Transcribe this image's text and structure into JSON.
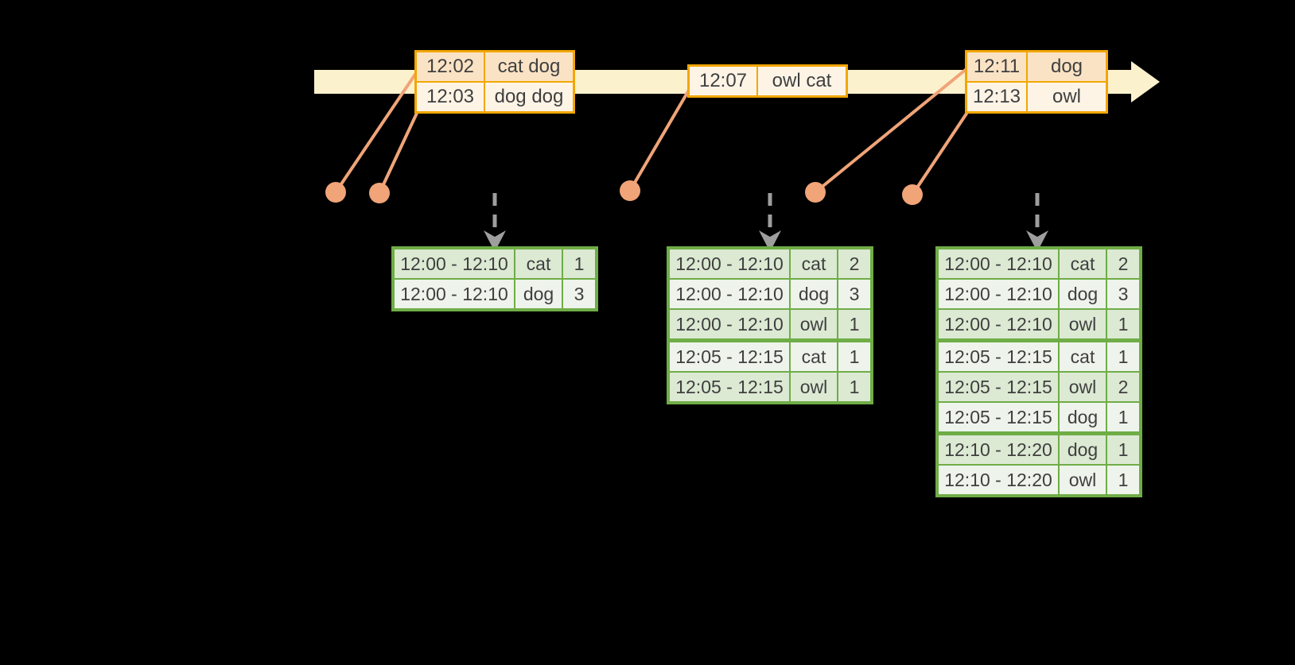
{
  "colors": {
    "timeline_fill": "#FCF1CD",
    "event_border": "#F2A602",
    "event_row_peach": "#FAE3C5",
    "event_row_cream": "#FDF4E6",
    "connector": "#F0A478",
    "dashed_arrow": "#9E9E9E",
    "result_border": "#6FAD47",
    "result_row_dark": "#DCE9D3",
    "result_row_light": "#EEF3EB",
    "text": "#3F3F3F"
  },
  "icons": {
    "timeline_arrow": "right-block-arrow",
    "trigger_arrow": "dashed-down-arrow",
    "event_dot": "filled-circle"
  },
  "timeline": {
    "event_groups": [
      {
        "rows": [
          {
            "time": "12:02",
            "words": "cat dog"
          },
          {
            "time": "12:03",
            "words": "dog dog"
          }
        ]
      },
      {
        "rows": [
          {
            "time": "12:07",
            "words": "owl cat"
          }
        ]
      },
      {
        "rows": [
          {
            "time": "12:11",
            "words": "dog"
          },
          {
            "time": "12:13",
            "words": "owl"
          }
        ]
      }
    ]
  },
  "result_tables": [
    {
      "rows": [
        {
          "window": "12:00 - 12:10",
          "word": "cat",
          "count": "1"
        },
        {
          "window": "12:00 - 12:10",
          "word": "dog",
          "count": "3"
        }
      ]
    },
    {
      "rows": [
        {
          "window": "12:00 - 12:10",
          "word": "cat",
          "count": "2"
        },
        {
          "window": "12:00 - 12:10",
          "word": "dog",
          "count": "3"
        },
        {
          "window": "12:00 - 12:10",
          "word": "owl",
          "count": "1"
        },
        {
          "window": "12:05 - 12:15",
          "word": "cat",
          "count": "1"
        },
        {
          "window": "12:05 - 12:15",
          "word": "owl",
          "count": "1"
        }
      ]
    },
    {
      "rows": [
        {
          "window": "12:00 - 12:10",
          "word": "cat",
          "count": "2"
        },
        {
          "window": "12:00 - 12:10",
          "word": "dog",
          "count": "3"
        },
        {
          "window": "12:00 - 12:10",
          "word": "owl",
          "count": "1"
        },
        {
          "window": "12:05 - 12:15",
          "word": "cat",
          "count": "1"
        },
        {
          "window": "12:05 - 12:15",
          "word": "owl",
          "count": "2"
        },
        {
          "window": "12:05 - 12:15",
          "word": "dog",
          "count": "1"
        },
        {
          "window": "12:10 - 12:20",
          "word": "dog",
          "count": "1"
        },
        {
          "window": "12:10 - 12:20",
          "word": "owl",
          "count": "1"
        }
      ]
    }
  ]
}
